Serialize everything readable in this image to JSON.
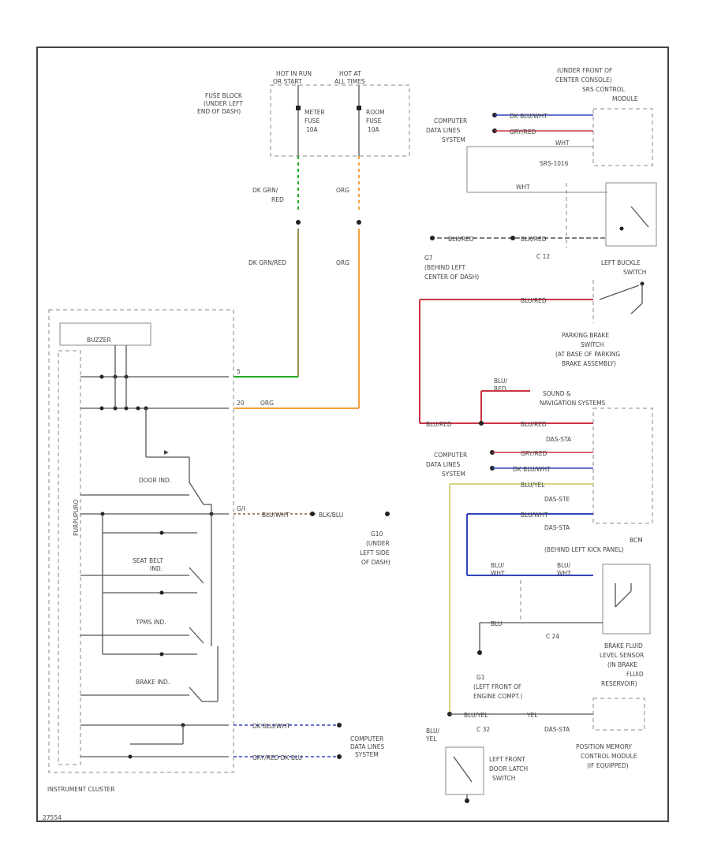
{
  "labels": {
    "hot_run": "HOT IN RUN",
    "hot_run2": "OR START",
    "hot_all": "HOT AT",
    "hot_all2": "ALL TIMES",
    "fuse_block1": "FUSE BLOCK",
    "fuse_block2": "(UNDER LEFT",
    "fuse_block3": "END OF DASH)",
    "meter1": "METER",
    "meter2": "FUSE",
    "meter3": "10A",
    "room1": "ROOM",
    "room2": "FUSE",
    "room3": "10A",
    "w_dkgrn_red1": "DK GRN/",
    "w_dkgrn_red2": "RED",
    "w_org_top": "ORG",
    "w_dkgrn_red_mid": "DK GRN/RED",
    "w_org_mid": "ORG",
    "buzzer": "BUZZER",
    "pin_top1": "5",
    "pin_top2": "20",
    "pin_top2b": "ORG",
    "door_ind": "DOOR IND.",
    "seat_belt1": "SEAT BELT",
    "seat_belt2": "IND.",
    "tpms_ind": "TPMS IND.",
    "brake_ind": "BRAKE IND.",
    "w_blu_wht_cluster": "BLU/WHT",
    "w_blk_bluz": "BLK/BLU",
    "g10_1": "G10",
    "g10_2": "(UNDER",
    "g10_3": "LEFT SIDE",
    "g10_4": "OF DASH)",
    "vert_label": "PURPUPURO",
    "w_cluster_data1": "DK BLU/WHT",
    "w_cluster_data2": "GRY/RED DK BLU",
    "cds1": "COMPUTER",
    "cds2": "DATA LINES",
    "cds3": "SYSTEM",
    "instrument_cluster": "INSTRUMENT CLUSTER",
    "srs1": "(UNDER FRONT OF",
    "srs2": "CENTER CONSOLE)",
    "srs3": "SRS CONTROL",
    "srs4": "MODULE",
    "srs_cds1": "COMPUTER",
    "srs_cds2": "DATA LINES",
    "srs_cds3": "SYSTEM",
    "w_dkblu_srs": "DK BLU/WHT",
    "w_gryred_srs": "GRY/RED",
    "w_wht_srs": "WHT",
    "srs_conn": "SRS-1016",
    "w_wht_buckle": "WHT",
    "w_blk_buckle": "BLK/RED",
    "w_blk_left": "BLK/RED",
    "c12": "C 12",
    "g7_1": "G7",
    "g7_2": "(BEHIND LEFT",
    "g7_3": "CENTER OF DASH)",
    "left_buckle1": "LEFT BUCKLE",
    "left_buckle2": "SWITCH",
    "w_blu_red_pb": "BLU/RED",
    "parking1": "PARKING BRAKE",
    "parking2": "SWITCH",
    "parking3": "(AT BASE OF PARKING",
    "parking4": "BRAKE ASSEMBLY)",
    "w_blu_red_nav1": "BLU/",
    "w_blu_red_nav2": "RED",
    "sound1": "SOUND &",
    "sound2": "NAVIGATION SYSTEMS",
    "w_blu_red_nav_l": "BLU/RED",
    "w_blu_red_nav_r": "BLU/RED",
    "conn_a": "DAS-STA",
    "nav_cds1": "COMPUTER",
    "nav_cds2": "DATA LINES",
    "nav_cds3": "SYSTEM",
    "w_gry_red_nav": "GRY/RED",
    "w_dkblu_nav": "DK BLU/WHT",
    "w_bluyel": "BLU/YEL",
    "conn_b": "DAS-STE",
    "w_blu_wht_nav": "BLU/WHT",
    "conn_c": "DAS-STA",
    "bcm1": "BCM",
    "bcm2": "(BEHIND LEFT KICK PANEL)",
    "w_blu_c1": "BLU/",
    "w_blu_c2": "WHT",
    "w_blu_d1": "BLU/",
    "w_blu_d2": "WHT",
    "w_blu_c24": "BLU",
    "c24": "C 24",
    "brake_fluid1": "BRAKE FLUID",
    "brake_fluid2": "LEVEL SENSOR",
    "brake_fluid3": "(IN BRAKE",
    "brake_fluid4": "FLUID",
    "brake_fluid5": "RESERVOIR)",
    "g1_1": "G1",
    "g1_2": "(LEFT FRONT OF",
    "g1_3": "ENGINE COMPT.)",
    "w_bluyel_pm": "BLU/YEL",
    "w_yel_pm": "YEL",
    "c32": "C 32",
    "conn_d": "DAS-STA",
    "position1": "POSITION MEMORY",
    "position2": "CONTROL MODULE",
    "position3": "(IF EQUIPPED)",
    "w_blu_door1": "BLU/",
    "w_blu_door2": "YEL",
    "door_latch1": "LEFT FRONT",
    "door_latch2": "DOOR LATCH",
    "door_latch3": "SWITCH",
    "ref": "27554"
  },
  "colors": {
    "green": "#22aa22",
    "orange": "#f5a040",
    "olive": "#9a8a50",
    "blue": "#3344bb",
    "red": "#cc3344",
    "yellow": "#c8c860",
    "brown": "#8a5a30"
  }
}
